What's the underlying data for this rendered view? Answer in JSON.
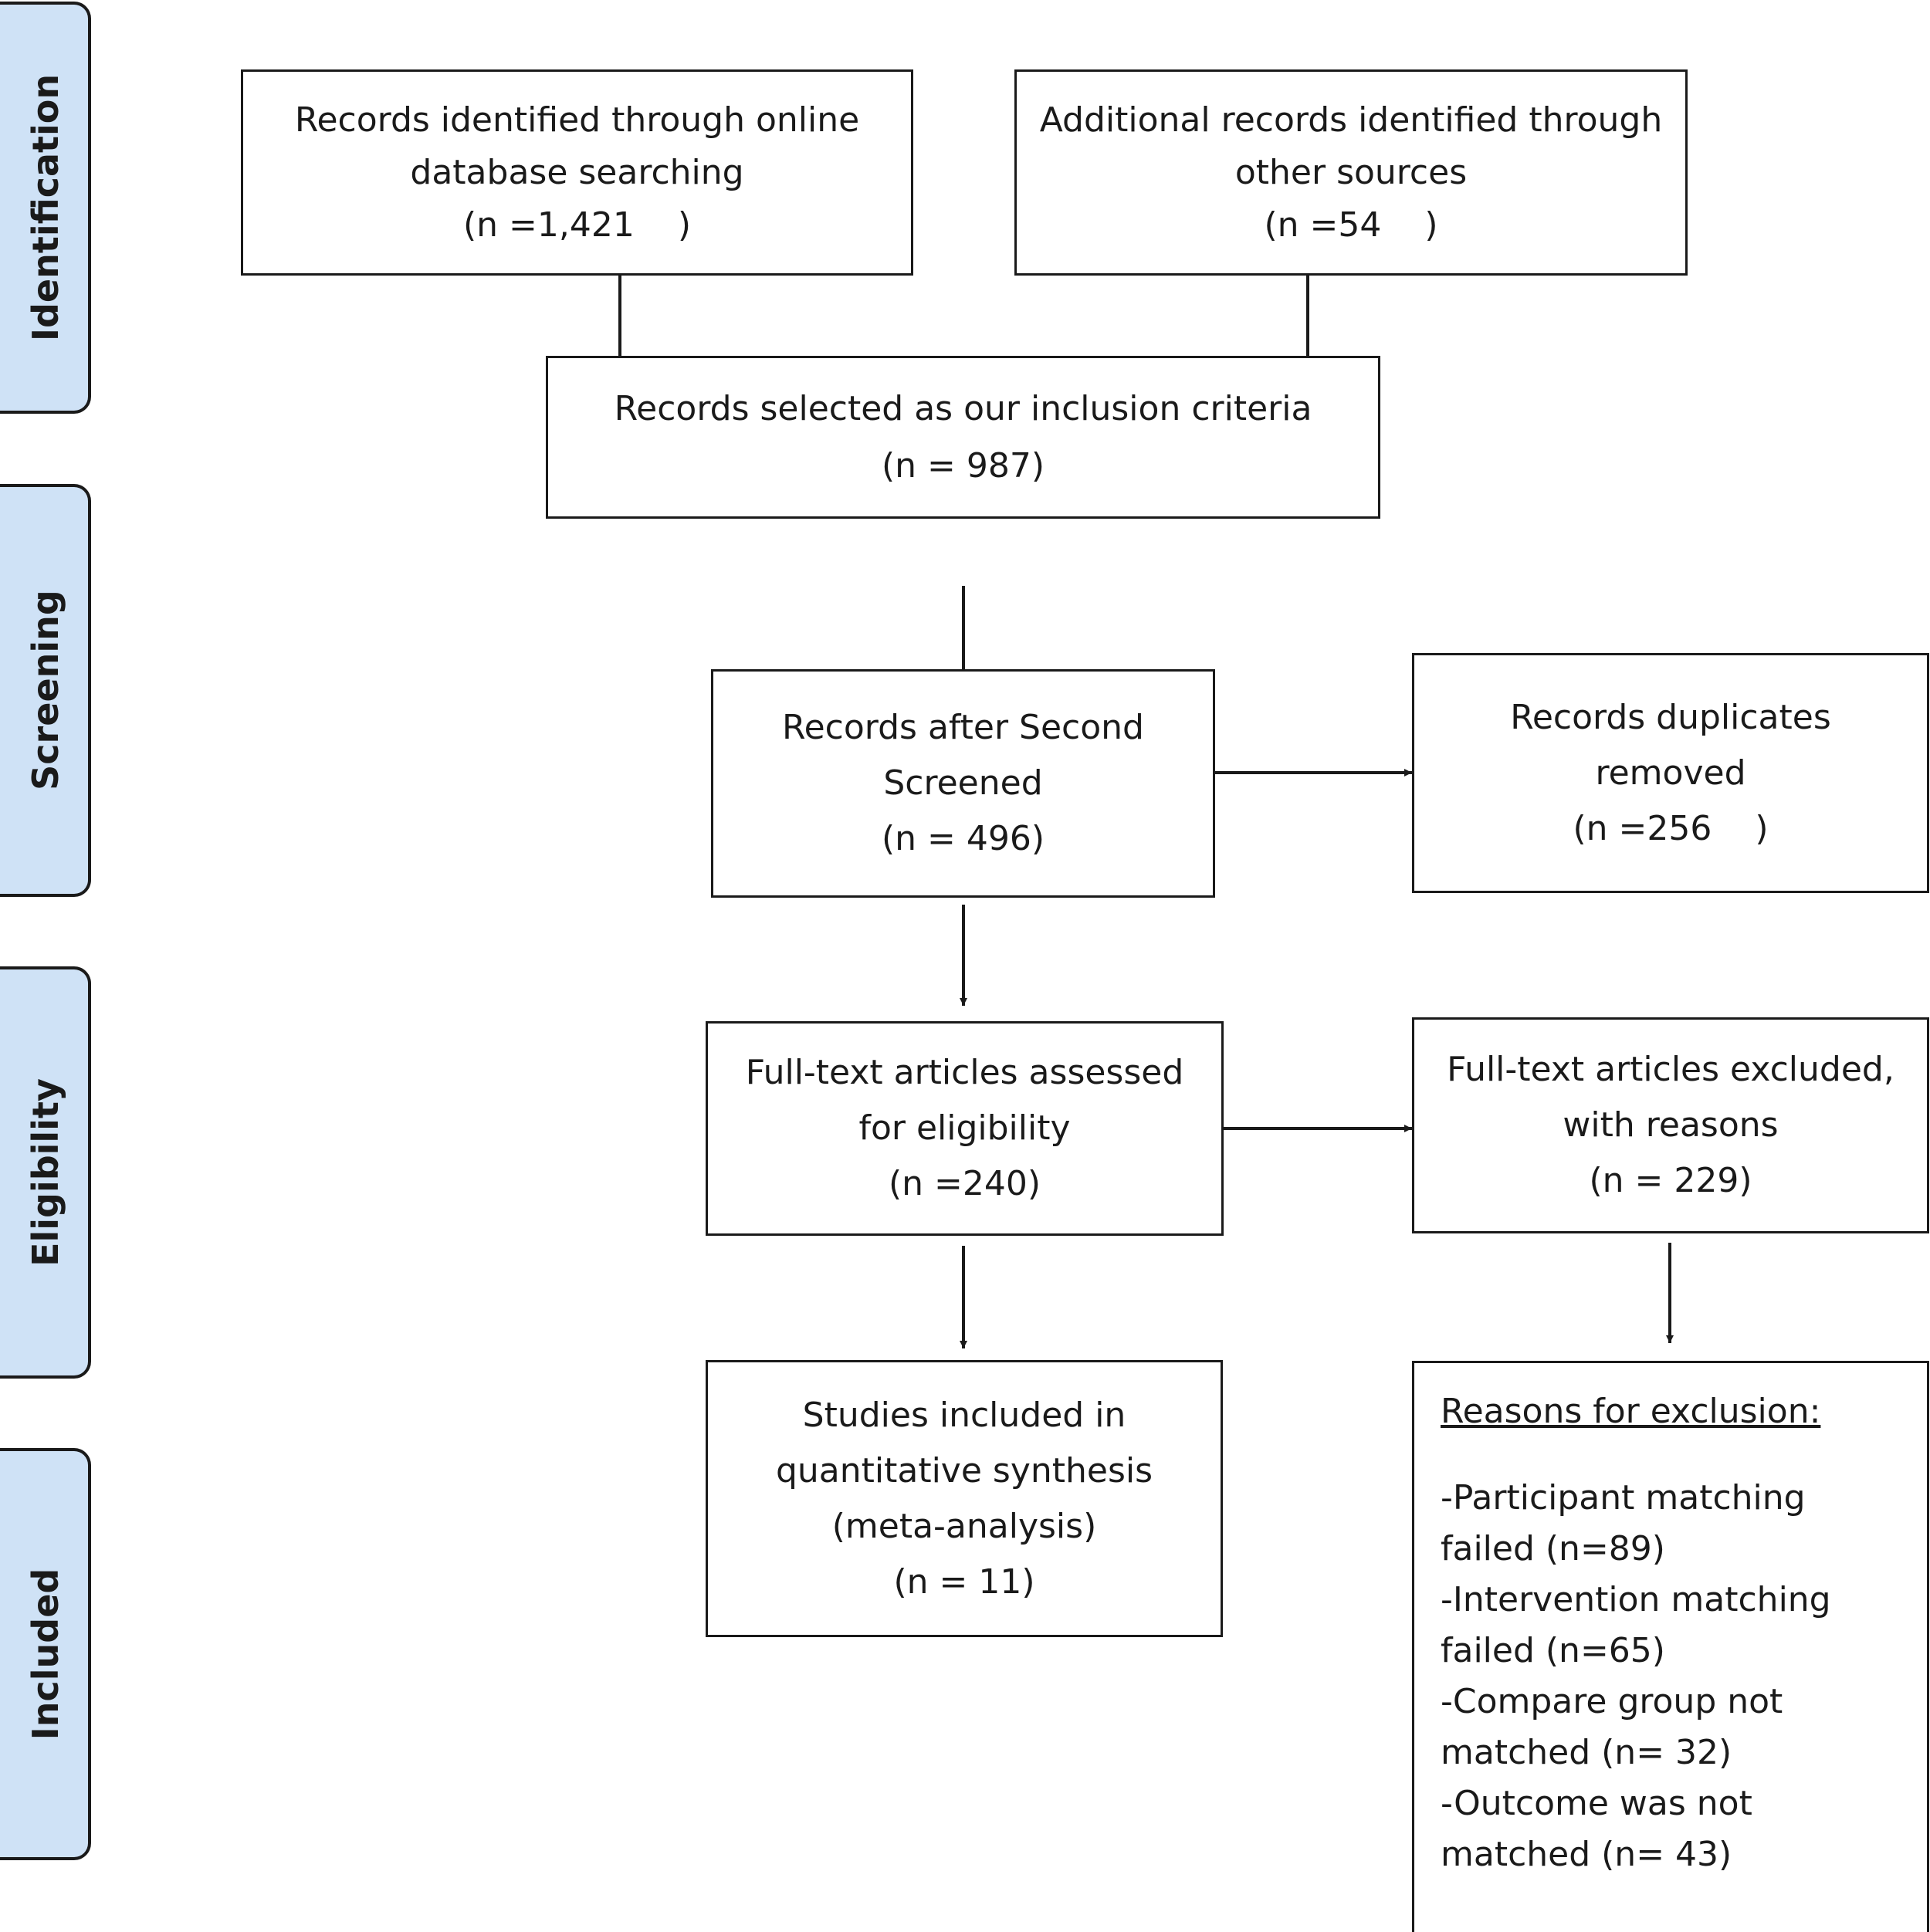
{
  "phases": {
    "identification": "Identification",
    "screening": "Screening",
    "eligibility": "Eligibility",
    "included": "Included"
  },
  "boxes": {
    "database_search": {
      "lines": [
        "Records identified through online",
        "database searching",
        "(n =1,421    )"
      ]
    },
    "other_sources": {
      "lines": [
        "Additional records identified through",
        "other sources",
        "(n =54    )"
      ]
    },
    "inclusion_criteria": {
      "lines": [
        "Records selected as our inclusion criteria",
        "(n = 987)"
      ]
    },
    "second_screened": {
      "lines": [
        "Records after Second",
        "Screened",
        "(n = 496)"
      ]
    },
    "duplicates_removed": {
      "lines": [
        "Records duplicates",
        "removed",
        "(n =256    )"
      ]
    },
    "fulltext_assessed": {
      "lines": [
        "Full-text articles assessed",
        "for eligibility",
        "(n =240)"
      ]
    },
    "fulltext_excluded": {
      "lines": [
        "Full-text articles excluded,",
        "with reasons",
        "(n = 229)"
      ]
    },
    "studies_included": {
      "lines": [
        "Studies included in",
        "quantitative synthesis",
        "(meta-analysis)",
        "(n = 11)"
      ]
    }
  },
  "reasons": {
    "title": "Reasons for exclusion:",
    "items": [
      "-Participant matching",
      "failed (n=89)",
      "-Intervention matching",
      "failed (n=65)",
      "-Compare group not",
      "matched (n= 32)",
      "-Outcome was not",
      "matched (n= 43)"
    ]
  }
}
